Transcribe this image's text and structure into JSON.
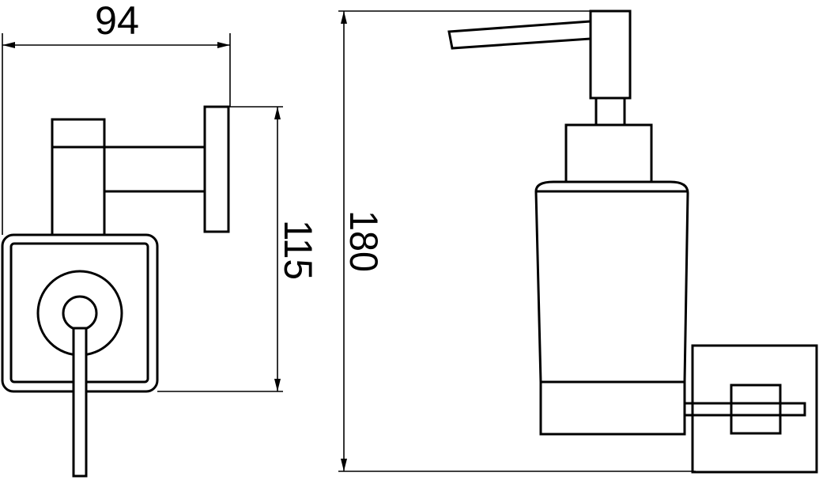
{
  "dimensions": {
    "width_label": "94",
    "depth_label": "115",
    "height_label": "180"
  },
  "colors": {
    "line": "#000000",
    "background": "#ffffff"
  }
}
